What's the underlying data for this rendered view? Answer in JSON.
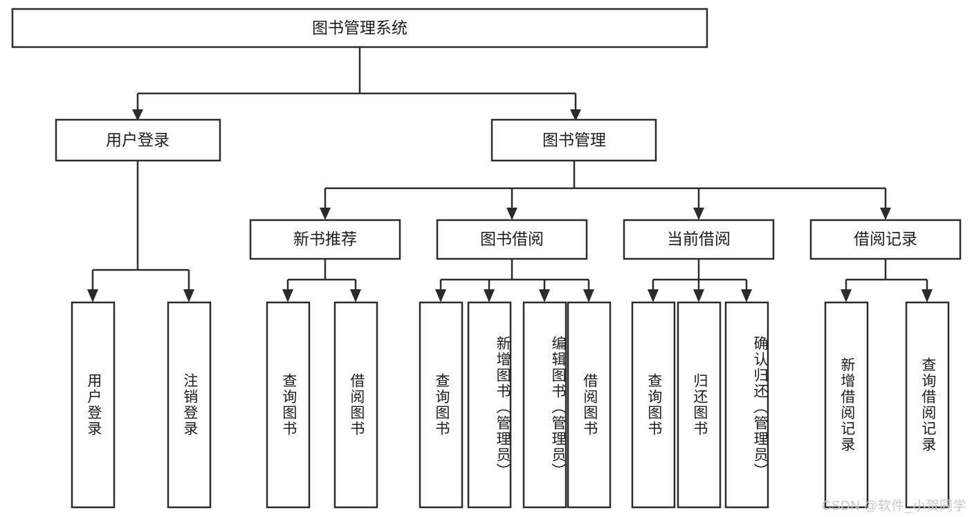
{
  "diagram": {
    "title": "图书管理系统",
    "type": "tree-hierarchy",
    "root": {
      "label": "图书管理系统"
    },
    "level2": [
      {
        "id": "user-login",
        "label": "用户登录"
      },
      {
        "id": "book-manage",
        "label": "图书管理"
      }
    ],
    "level3": [
      {
        "id": "new-book-rec",
        "label": "新书推荐",
        "parent": "book-manage"
      },
      {
        "id": "book-borrow",
        "label": "图书借阅",
        "parent": "book-manage"
      },
      {
        "id": "current-borrow",
        "label": "当前借阅",
        "parent": "book-manage"
      },
      {
        "id": "borrow-record",
        "label": "借阅记录",
        "parent": "book-manage"
      }
    ],
    "leaves": [
      {
        "id": "leaf-user-login",
        "label": "用户登录",
        "parent": "user-login"
      },
      {
        "id": "leaf-logout-login",
        "label": "注销登录",
        "parent": "user-login"
      },
      {
        "id": "leaf-query-book-1",
        "label": "查询图书",
        "parent": "new-book-rec"
      },
      {
        "id": "leaf-borrow-book-1",
        "label": "借阅图书",
        "parent": "new-book-rec"
      },
      {
        "id": "leaf-query-book-2",
        "label": "查询图书",
        "parent": "book-borrow"
      },
      {
        "id": "leaf-add-book",
        "label": "新增图书（管理员）",
        "parent": "book-borrow"
      },
      {
        "id": "leaf-edit-book",
        "label": "编辑图书（管理员）",
        "parent": "book-borrow"
      },
      {
        "id": "leaf-borrow-book-2",
        "label": "借阅图书",
        "parent": "book-borrow"
      },
      {
        "id": "leaf-query-book-3",
        "label": "查询图书",
        "parent": "current-borrow"
      },
      {
        "id": "leaf-return-book",
        "label": "归还图书",
        "parent": "current-borrow"
      },
      {
        "id": "leaf-confirm-return",
        "label": "确认归还（管理员）",
        "parent": "current-borrow"
      },
      {
        "id": "leaf-add-record",
        "label": "新增借阅记录",
        "parent": "borrow-record"
      },
      {
        "id": "leaf-query-record",
        "label": "查询借阅记录",
        "parent": "borrow-record"
      }
    ],
    "colors": {
      "box_stroke": "#2b2b2b",
      "box_fill": "#ffffff",
      "text": "#1c1c1c",
      "background": "#ffffff",
      "watermark": "#c9c9c9"
    }
  },
  "watermark": {
    "text": "CSDN @软件_小贺同学"
  }
}
